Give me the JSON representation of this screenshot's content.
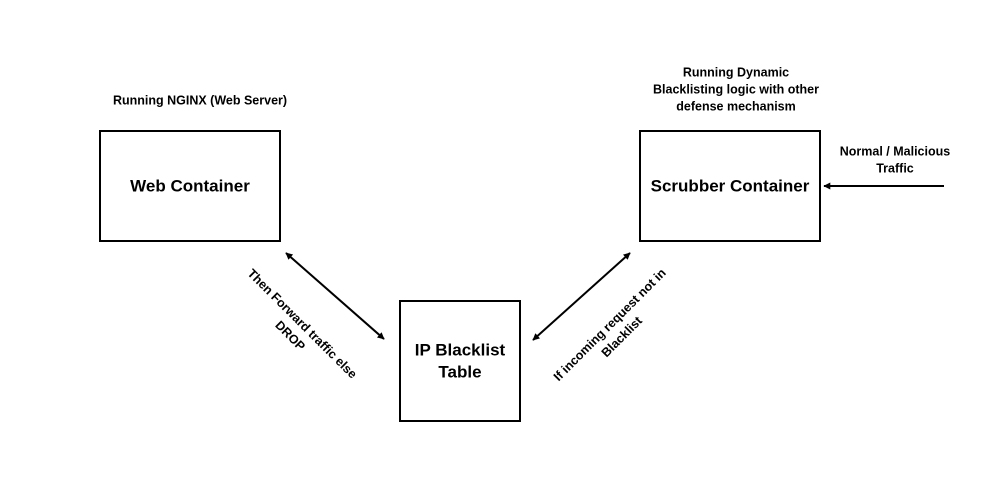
{
  "nodes": {
    "web": {
      "label": "Web Container"
    },
    "blacklist": {
      "label_lines": [
        "IP Blacklist",
        "Table"
      ]
    },
    "scrubber": {
      "label": "Scrubber Container"
    }
  },
  "notes": {
    "web": "Running NGINX (Web Server)",
    "scrubber_lines": [
      "Running Dynamic",
      "Blacklisting logic with other",
      "defense mechanism"
    ],
    "traffic_lines": [
      "Normal / Malicious",
      "Traffic"
    ]
  },
  "edges": {
    "web_blacklist_lines": [
      "Then Forward traffic else",
      "DROP"
    ],
    "scrubber_blacklist_lines": [
      "If incoming request not in",
      "Blacklist"
    ]
  }
}
